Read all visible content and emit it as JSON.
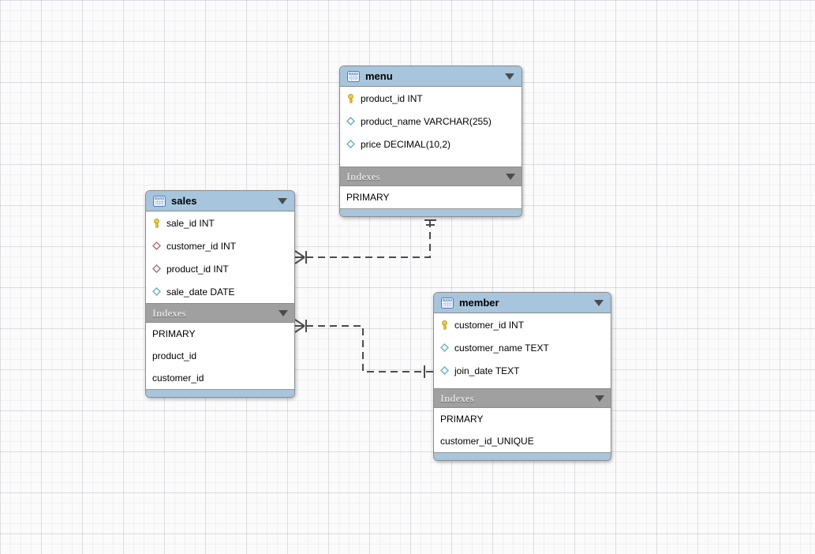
{
  "diagram": {
    "tables": [
      {
        "title": "menu",
        "columns": [
          {
            "icon": "primary-key-icon",
            "text": "product_id INT"
          },
          {
            "icon": "column-diamond-icon",
            "text": "product_name VARCHAR(255)"
          },
          {
            "icon": "column-diamond-icon",
            "text": "price DECIMAL(10,2)"
          }
        ],
        "indexes_label": "Indexes",
        "indexes": [
          "PRIMARY"
        ]
      },
      {
        "title": "sales",
        "columns": [
          {
            "icon": "primary-key-icon",
            "text": "sale_id INT"
          },
          {
            "icon": "foreign-key-diamond-icon",
            "text": "customer_id INT"
          },
          {
            "icon": "foreign-key-diamond-icon",
            "text": "product_id INT"
          },
          {
            "icon": "column-diamond-icon",
            "text": "sale_date DATE"
          }
        ],
        "indexes_label": "Indexes",
        "indexes": [
          "PRIMARY",
          "product_id",
          "customer_id"
        ]
      },
      {
        "title": "member",
        "columns": [
          {
            "icon": "primary-key-icon",
            "text": "customer_id INT"
          },
          {
            "icon": "column-diamond-icon",
            "text": "customer_name TEXT"
          },
          {
            "icon": "column-diamond-icon",
            "text": "join_date TEXT"
          }
        ],
        "indexes_label": "Indexes",
        "indexes": [
          "PRIMARY",
          "customer_id_UNIQUE"
        ]
      }
    ],
    "connectors": [
      {
        "from": "sales",
        "to": "menu",
        "from_cardinality": "many",
        "to_cardinality": "one",
        "line_style": "dashed"
      },
      {
        "from": "sales",
        "to": "member",
        "from_cardinality": "many",
        "to_cardinality": "one",
        "line_style": "dashed"
      }
    ],
    "colors": {
      "header_blue": "#a7c5dc",
      "indexes_gray": "#a0a0a0",
      "table_border": "#8d8d8d",
      "connector_line": "#4c4c4c",
      "primary_key_icon": "#f0d040",
      "foreign_key_icon": "#b0707a",
      "column_icon": "#6db2bc",
      "grid_background": "#fbfbfc"
    }
  }
}
